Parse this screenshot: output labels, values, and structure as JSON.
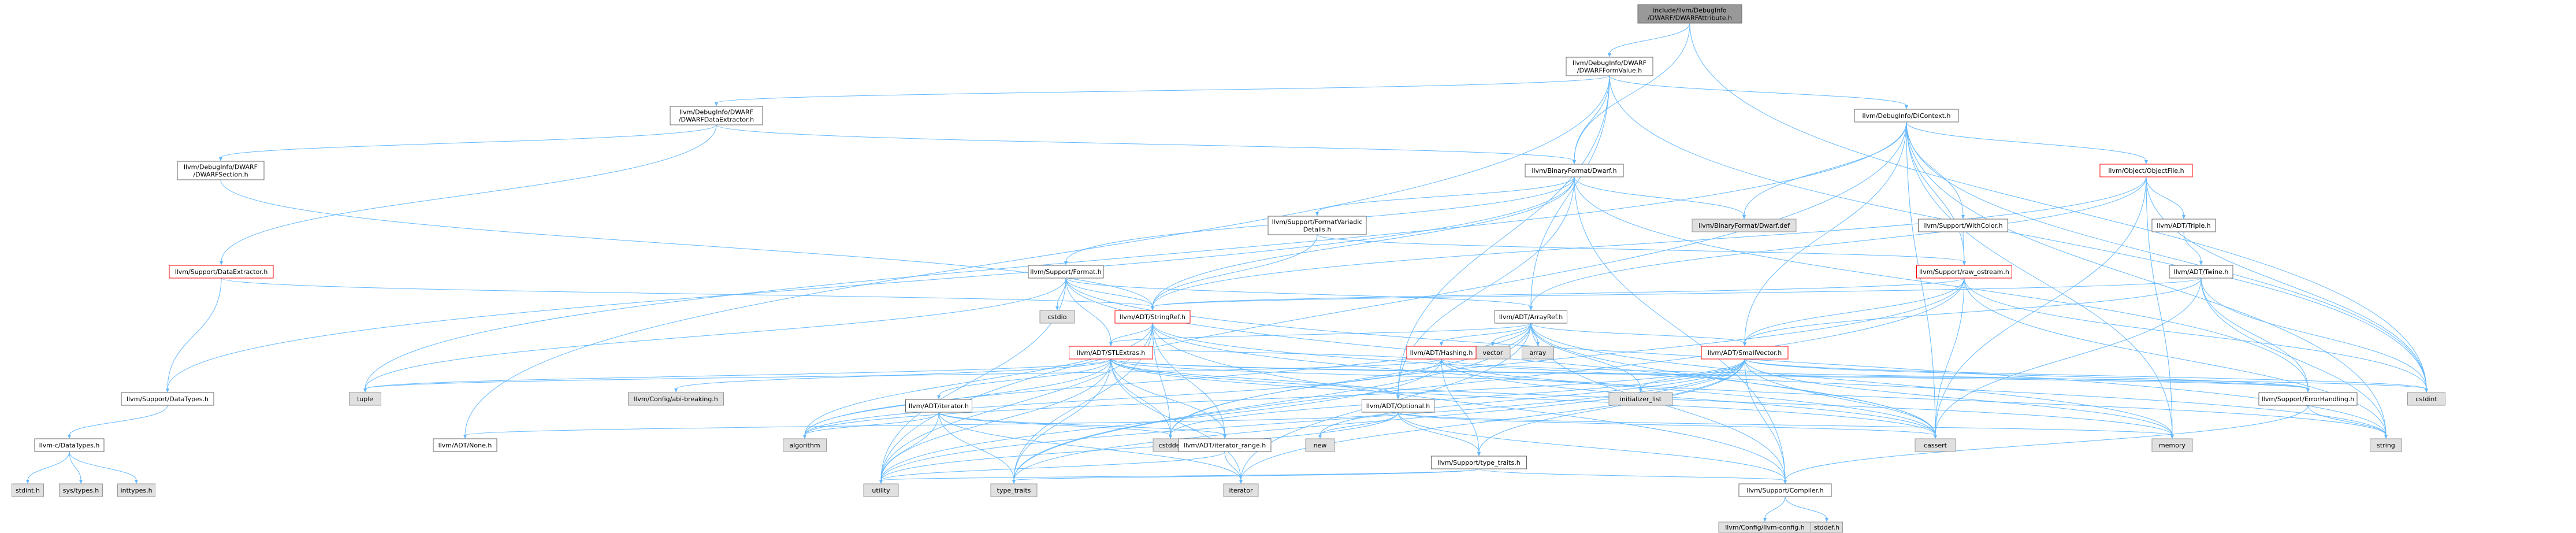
{
  "diagram": {
    "title": "",
    "colors": {
      "edge": "#63b8ff",
      "node_border": "#666666",
      "red_border": "#ff0000",
      "gray_fill": "#e0e0e0",
      "root_fill": "#999999"
    },
    "nodes": [
      {
        "id": "root",
        "lines": [
          "include/llvm/DebugInfo",
          "/DWARF/DWARFAttribute.h"
        ],
        "style": "root"
      },
      {
        "id": "formvalue",
        "lines": [
          "llvm/DebugInfo/DWARF",
          "/DWARFFormValue.h"
        ],
        "style": "normal"
      },
      {
        "id": "dataext",
        "lines": [
          "llvm/DebugInfo/DWARF",
          "/DWARFDataExtractor.h"
        ],
        "style": "normal"
      },
      {
        "id": "dicontext",
        "lines": [
          "llvm/DebugInfo/DIContext.h"
        ],
        "style": "normal"
      },
      {
        "id": "section",
        "lines": [
          "llvm/DebugInfo/DWARF",
          "/DWARFSection.h"
        ],
        "style": "normal"
      },
      {
        "id": "dwarf",
        "lines": [
          "llvm/BinaryFormat/Dwarf.h"
        ],
        "style": "normal"
      },
      {
        "id": "objectfile",
        "lines": [
          "llvm/Object/ObjectFile.h"
        ],
        "style": "red"
      },
      {
        "id": "fmtvariadic",
        "lines": [
          "llvm/Support/FormatVariadic",
          "Details.h"
        ],
        "style": "normal"
      },
      {
        "id": "dwarfdef",
        "lines": [
          "llvm/BinaryFormat/Dwarf.def"
        ],
        "style": "gray"
      },
      {
        "id": "withcolor",
        "lines": [
          "llvm/Support/WithColor.h"
        ],
        "style": "normal"
      },
      {
        "id": "triple",
        "lines": [
          "llvm/ADT/Triple.h"
        ],
        "style": "normal"
      },
      {
        "id": "suppdataext",
        "lines": [
          "llvm/Support/DataExtractor.h"
        ],
        "style": "red"
      },
      {
        "id": "rawostream",
        "lines": [
          "llvm/Support/raw_ostream.h"
        ],
        "style": "red"
      },
      {
        "id": "format",
        "lines": [
          "llvm/Support/Format.h"
        ],
        "style": "normal"
      },
      {
        "id": "twine",
        "lines": [
          "llvm/ADT/Twine.h"
        ],
        "style": "normal"
      },
      {
        "id": "cstdio",
        "lines": [
          "cstdio"
        ],
        "style": "gray"
      },
      {
        "id": "stringref",
        "lines": [
          "llvm/ADT/StringRef.h"
        ],
        "style": "red"
      },
      {
        "id": "arrayref",
        "lines": [
          "llvm/ADT/ArrayRef.h"
        ],
        "style": "normal"
      },
      {
        "id": "vector",
        "lines": [
          "vector"
        ],
        "style": "gray"
      },
      {
        "id": "array",
        "lines": [
          "array"
        ],
        "style": "gray"
      },
      {
        "id": "stlextras",
        "lines": [
          "llvm/ADT/STLExtras.h"
        ],
        "style": "red"
      },
      {
        "id": "hashing",
        "lines": [
          "llvm/ADT/Hashing.h"
        ],
        "style": "red"
      },
      {
        "id": "smallvector",
        "lines": [
          "llvm/ADT/SmallVector.h"
        ],
        "style": "red"
      },
      {
        "id": "tuple",
        "lines": [
          "tuple"
        ],
        "style": "gray"
      },
      {
        "id": "cfgabi",
        "lines": [
          "llvm/Config/abi-breaking.h"
        ],
        "style": "gray"
      },
      {
        "id": "initlist",
        "lines": [
          "initializer_list"
        ],
        "style": "gray"
      },
      {
        "id": "cstdint",
        "lines": [
          "cstdint"
        ],
        "style": "gray"
      },
      {
        "id": "datatypes",
        "lines": [
          "llvm/Support/DataTypes.h"
        ],
        "style": "normal"
      },
      {
        "id": "iterator",
        "lines": [
          "llvm/ADT/iterator.h"
        ],
        "style": "normal"
      },
      {
        "id": "optional",
        "lines": [
          "llvm/ADT/Optional.h"
        ],
        "style": "normal"
      },
      {
        "id": "errorhandling",
        "lines": [
          "llvm/Support/ErrorHandling.h"
        ],
        "style": "normal"
      },
      {
        "id": "cdatatypes",
        "lines": [
          "llvm-c/DataTypes.h"
        ],
        "style": "normal"
      },
      {
        "id": "none",
        "lines": [
          "llvm/ADT/None.h"
        ],
        "style": "normal"
      },
      {
        "id": "algorithm",
        "lines": [
          "algorithm"
        ],
        "style": "gray"
      },
      {
        "id": "cstddef",
        "lines": [
          "cstddef"
        ],
        "style": "gray"
      },
      {
        "id": "iterrange",
        "lines": [
          "llvm/ADT/iterator_range.h"
        ],
        "style": "normal"
      },
      {
        "id": "new",
        "lines": [
          "new"
        ],
        "style": "gray"
      },
      {
        "id": "cassert",
        "lines": [
          "cassert"
        ],
        "style": "gray"
      },
      {
        "id": "memory",
        "lines": [
          "memory"
        ],
        "style": "gray"
      },
      {
        "id": "string",
        "lines": [
          "string"
        ],
        "style": "gray"
      },
      {
        "id": "typetraitsh",
        "lines": [
          "llvm/Support/type_traits.h"
        ],
        "style": "normal"
      },
      {
        "id": "stdinth",
        "lines": [
          "stdint.h"
        ],
        "style": "gray"
      },
      {
        "id": "systypes",
        "lines": [
          "sys/types.h"
        ],
        "style": "gray"
      },
      {
        "id": "inttypes",
        "lines": [
          "inttypes.h"
        ],
        "style": "gray"
      },
      {
        "id": "utility",
        "lines": [
          "utility"
        ],
        "style": "gray"
      },
      {
        "id": "typetraits",
        "lines": [
          "type_traits"
        ],
        "style": "gray"
      },
      {
        "id": "iteratorstd",
        "lines": [
          "iterator"
        ],
        "style": "gray"
      },
      {
        "id": "compiler",
        "lines": [
          "llvm/Support/Compiler.h"
        ],
        "style": "normal"
      },
      {
        "id": "llvmconfig",
        "lines": [
          "llvm/Config/llvm-config.h"
        ],
        "style": "gray"
      },
      {
        "id": "stddefh",
        "lines": [
          "stddef.h"
        ],
        "style": "gray"
      }
    ],
    "edges": [
      [
        "root",
        "formvalue"
      ],
      [
        "root",
        "dwarf"
      ],
      [
        "root",
        "cstdint"
      ],
      [
        "formvalue",
        "dataext"
      ],
      [
        "formvalue",
        "dicontext"
      ],
      [
        "formvalue",
        "dwarf"
      ],
      [
        "formvalue",
        "optional"
      ],
      [
        "formvalue",
        "arrayref"
      ],
      [
        "formvalue",
        "none"
      ],
      [
        "formvalue",
        "cstdint"
      ],
      [
        "dataext",
        "section"
      ],
      [
        "dataext",
        "dwarf"
      ],
      [
        "dataext",
        "suppdataext"
      ],
      [
        "section",
        "stringref"
      ],
      [
        "dicontext",
        "objectfile"
      ],
      [
        "dicontext",
        "withcolor"
      ],
      [
        "dicontext",
        "rawostream"
      ],
      [
        "dicontext",
        "smallvector"
      ],
      [
        "dicontext",
        "dwarfdef"
      ],
      [
        "dicontext",
        "cassert"
      ],
      [
        "dicontext",
        "cstdint"
      ],
      [
        "dicontext",
        "memory"
      ],
      [
        "dicontext",
        "string"
      ],
      [
        "dicontext",
        "tuple"
      ],
      [
        "dicontext",
        "utility"
      ],
      [
        "dwarf",
        "dwarfdef"
      ],
      [
        "dwarf",
        "fmtvariadic"
      ],
      [
        "dwarf",
        "format"
      ],
      [
        "dwarf",
        "errorhandling"
      ],
      [
        "dwarf",
        "datatypes"
      ],
      [
        "dwarf",
        "optional"
      ],
      [
        "dwarf",
        "compiler"
      ],
      [
        "dwarf",
        "stringref"
      ],
      [
        "objectfile",
        "triple"
      ],
      [
        "objectfile",
        "stringref"
      ],
      [
        "objectfile",
        "arrayref"
      ],
      [
        "objectfile",
        "cassert"
      ],
      [
        "objectfile",
        "cstdint"
      ],
      [
        "objectfile",
        "memory"
      ],
      [
        "withcolor",
        "rawostream"
      ],
      [
        "triple",
        "twine"
      ],
      [
        "twine",
        "smallvector"
      ],
      [
        "twine",
        "stringref"
      ],
      [
        "twine",
        "errorhandling"
      ],
      [
        "twine",
        "cassert"
      ],
      [
        "twine",
        "cstdint"
      ],
      [
        "twine",
        "string"
      ],
      [
        "fmtvariadic",
        "stringref"
      ],
      [
        "fmtvariadic",
        "rawostream"
      ],
      [
        "fmtvariadic",
        "type_traits_placeholder"
      ],
      [
        "suppdataext",
        "datatypes"
      ],
      [
        "suppdataext",
        "stringref"
      ],
      [
        "rawostream",
        "stringref"
      ],
      [
        "rawostream",
        "cassert"
      ],
      [
        "rawostream",
        "cstddef"
      ],
      [
        "rawostream",
        "cstdint"
      ],
      [
        "rawostream",
        "string"
      ],
      [
        "rawostream",
        "typetraits"
      ],
      [
        "rawostream",
        "smallvector"
      ],
      [
        "format",
        "stlextras"
      ],
      [
        "format",
        "stringref"
      ],
      [
        "format",
        "arrayref"
      ],
      [
        "format",
        "cassert"
      ],
      [
        "format",
        "cstdio"
      ],
      [
        "format",
        "string"
      ],
      [
        "format",
        "tuple"
      ],
      [
        "format",
        "utility"
      ],
      [
        "stringref",
        "stlextras"
      ],
      [
        "stringref",
        "iterrange"
      ],
      [
        "stringref",
        "compiler"
      ],
      [
        "stringref",
        "algorithm"
      ],
      [
        "stringref",
        "cassert"
      ],
      [
        "stringref",
        "cstddef"
      ],
      [
        "stringref",
        "cstring_placeholder"
      ],
      [
        "stringref",
        "limits_placeholder"
      ],
      [
        "stringref",
        "string"
      ],
      [
        "stringref",
        "typetraits"
      ],
      [
        "stringref",
        "utility"
      ],
      [
        "arrayref",
        "hashing"
      ],
      [
        "arrayref",
        "smallvector"
      ],
      [
        "arrayref",
        "stlextras"
      ],
      [
        "arrayref",
        "compiler"
      ],
      [
        "arrayref",
        "algorithm"
      ],
      [
        "arrayref",
        "array"
      ],
      [
        "arrayref",
        "cassert"
      ],
      [
        "arrayref",
        "cstddef"
      ],
      [
        "arrayref",
        "initlist"
      ],
      [
        "arrayref",
        "iteratorstd"
      ],
      [
        "arrayref",
        "memory"
      ],
      [
        "arrayref",
        "typetraits"
      ],
      [
        "arrayref",
        "vector"
      ],
      [
        "hashing",
        "errorhandling"
      ],
      [
        "hashing",
        "typetraitsh"
      ],
      [
        "hashing",
        "algorithm"
      ],
      [
        "hashing",
        "cassert"
      ],
      [
        "hashing",
        "cstring_placeholder"
      ],
      [
        "hashing",
        "string"
      ],
      [
        "hashing",
        "tuple"
      ],
      [
        "hashing",
        "utility"
      ],
      [
        "smallvector",
        "compiler"
      ],
      [
        "smallvector",
        "typetraitsh"
      ],
      [
        "smallvector",
        "algorithm"
      ],
      [
        "smallvector",
        "cassert"
      ],
      [
        "smallvector",
        "cstddef"
      ],
      [
        "smallvector",
        "initlist"
      ],
      [
        "smallvector",
        "iteratorstd"
      ],
      [
        "smallvector",
        "memory"
      ],
      [
        "smallvector",
        "new"
      ],
      [
        "smallvector",
        "typetraits"
      ],
      [
        "smallvector",
        "utility"
      ],
      [
        "smallvector",
        "errorhandling"
      ],
      [
        "smallvector",
        "cstdint"
      ],
      [
        "stlextras",
        "iterator"
      ],
      [
        "stlextras",
        "iterrange"
      ],
      [
        "stlextras",
        "optional"
      ],
      [
        "stlextras",
        "cfgabi"
      ],
      [
        "stlextras",
        "errorhandling"
      ],
      [
        "stlextras",
        "algorithm"
      ],
      [
        "stlextras",
        "cassert"
      ],
      [
        "stlextras",
        "cstddef"
      ],
      [
        "stlextras",
        "cstdint"
      ],
      [
        "stlextras",
        "initlist"
      ],
      [
        "stlextras",
        "iteratorstd"
      ],
      [
        "stlextras",
        "memory"
      ],
      [
        "stlextras",
        "tuple"
      ],
      [
        "stlextras",
        "typetraits"
      ],
      [
        "stlextras",
        "utility"
      ],
      [
        "stlextras",
        "hashing"
      ],
      [
        "iterator",
        "iterrange"
      ],
      [
        "iterator",
        "algorithm"
      ],
      [
        "iterator",
        "cstddef"
      ],
      [
        "iterator",
        "iteratorstd"
      ],
      [
        "iterator",
        "typetraits"
      ],
      [
        "iterator",
        "utility"
      ],
      [
        "optional",
        "none"
      ],
      [
        "optional",
        "compiler"
      ],
      [
        "optional",
        "typetraitsh"
      ],
      [
        "optional",
        "cassert"
      ],
      [
        "optional",
        "memory"
      ],
      [
        "optional",
        "new"
      ],
      [
        "optional",
        "utility"
      ],
      [
        "iterrange",
        "iteratorstd"
      ],
      [
        "iterrange",
        "utility"
      ],
      [
        "errorhandling",
        "compiler"
      ],
      [
        "errorhandling",
        "string"
      ],
      [
        "typetraitsh",
        "compiler"
      ],
      [
        "typetraitsh",
        "typetraits"
      ],
      [
        "typetraitsh",
        "utility"
      ],
      [
        "datatypes",
        "cdatatypes"
      ],
      [
        "cdatatypes",
        "stdinth"
      ],
      [
        "cdatatypes",
        "systypes"
      ],
      [
        "cdatatypes",
        "inttypes"
      ],
      [
        "compiler",
        "llvmconfig"
      ],
      [
        "compiler",
        "stddefh"
      ]
    ]
  }
}
